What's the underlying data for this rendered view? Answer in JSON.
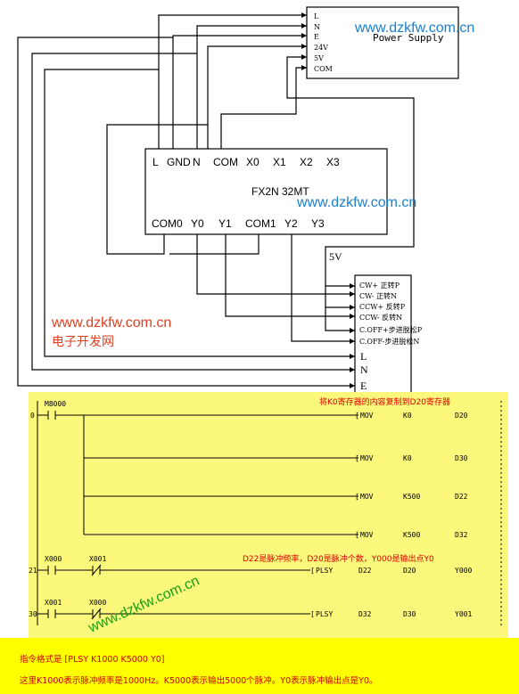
{
  "power_supply": {
    "title": "Power Supply",
    "terminals": [
      "L",
      "N",
      "E",
      "24V",
      "5V",
      "COM"
    ]
  },
  "plc": {
    "model": "FX2N 32MT",
    "top_terminals": [
      "L",
      "GND",
      "N",
      "COM",
      "X0",
      "X1",
      "X2",
      "X3"
    ],
    "bottom_terminals": [
      "COM0",
      "Y0",
      "Y1",
      "COM1",
      "Y2",
      "Y3"
    ]
  },
  "driver": {
    "supply_label": "5V",
    "signals": [
      "CW+  正转P",
      "CW-  正转N",
      "CCW+ 反转P",
      "CCW- 反转N",
      "C.OFF+步进脱松P",
      "C.OFF-步进脱松N"
    ],
    "power_terminals": [
      "L",
      "N",
      "E"
    ]
  },
  "watermark": {
    "url": "www.dzkfw.com.cn",
    "cn": "电子开发网"
  },
  "ladder": {
    "comment_mov": "将K0寄存器的内容复制到D20寄存器",
    "comment_plsy": "D22是脉冲频率，D20是脉冲个数，Y000是输出点Y0",
    "rung0": {
      "step": "0",
      "contact": "M8000",
      "instructions": [
        {
          "op": "MOV",
          "src": "K0",
          "dst": "D20"
        },
        {
          "op": "MOV",
          "src": "K0",
          "dst": "D30"
        },
        {
          "op": "MOV",
          "src": "K500",
          "dst": "D22"
        },
        {
          "op": "MOV",
          "src": "K500",
          "dst": "D32"
        }
      ]
    },
    "rung21": {
      "step": "21",
      "contacts": [
        "X000",
        "X001"
      ],
      "instr": {
        "op": "PLSY",
        "a": "D22",
        "b": "D20",
        "c": "Y000"
      }
    },
    "rung30": {
      "step": "30",
      "contacts": [
        "X001",
        "X000"
      ],
      "instr": {
        "op": "PLSY",
        "a": "D32",
        "b": "D30",
        "c": "Y001"
      }
    }
  },
  "notes": {
    "line1": "指令格式是 [PLSY K1000 K5000 Y0]",
    "line2": "这里K1000表示脉冲频率是1000Hz。K5000表示输出5000个脉冲。Y0表示脉冲输出点是Y0。"
  }
}
